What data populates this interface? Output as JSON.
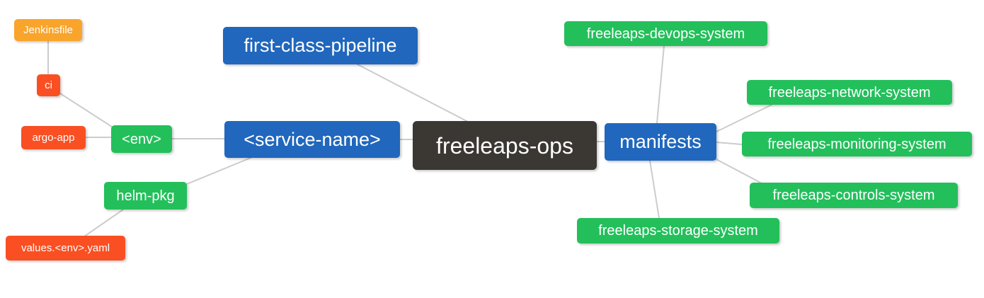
{
  "palette": {
    "root_bg": "#3B3733",
    "branch_blue_bg": "#2067BD",
    "leaf_green_bg": "#23BF5B",
    "leaf_red_bg": "#FA4F22",
    "leaf_orange_bg": "#F9A42B",
    "edge_color": "#CCCCCC",
    "text_color": "#FFFFFF",
    "canvas_bg": "#FFFFFF"
  },
  "mindmap": {
    "type": "mindmap",
    "root_id": "freeleaps_ops",
    "nodes": {
      "jenkinsfile": {
        "label": "Jenkinsfile"
      },
      "ci": {
        "label": "ci"
      },
      "argo_app": {
        "label": "argo-app"
      },
      "env": {
        "label": "<env>"
      },
      "helm_pkg": {
        "label": "helm-pkg"
      },
      "values_env_yaml": {
        "label": "values.<env>.yaml"
      },
      "first_class_pipeline": {
        "label": "first-class-pipeline"
      },
      "service_name": {
        "label": "<service-name>"
      },
      "freeleaps_ops": {
        "label": "freeleaps-ops"
      },
      "manifests": {
        "label": "manifests"
      },
      "devops_system": {
        "label": "freeleaps-devops-system"
      },
      "network_system": {
        "label": "freeleaps-network-system"
      },
      "monitoring_system": {
        "label": "freeleaps-monitoring-system"
      },
      "controls_system": {
        "label": "freeleaps-controls-system"
      },
      "storage_system": {
        "label": "freeleaps-storage-system"
      }
    },
    "edges": [
      [
        "jenkinsfile",
        "ci"
      ],
      [
        "ci",
        "env"
      ],
      [
        "argo_app",
        "env"
      ],
      [
        "env",
        "service_name"
      ],
      [
        "helm_pkg",
        "service_name"
      ],
      [
        "values_env_yaml",
        "helm_pkg"
      ],
      [
        "first_class_pipeline",
        "freeleaps_ops"
      ],
      [
        "service_name",
        "freeleaps_ops"
      ],
      [
        "freeleaps_ops",
        "manifests"
      ],
      [
        "manifests",
        "devops_system"
      ],
      [
        "manifests",
        "network_system"
      ],
      [
        "manifests",
        "monitoring_system"
      ],
      [
        "manifests",
        "controls_system"
      ],
      [
        "manifests",
        "storage_system"
      ]
    ]
  }
}
